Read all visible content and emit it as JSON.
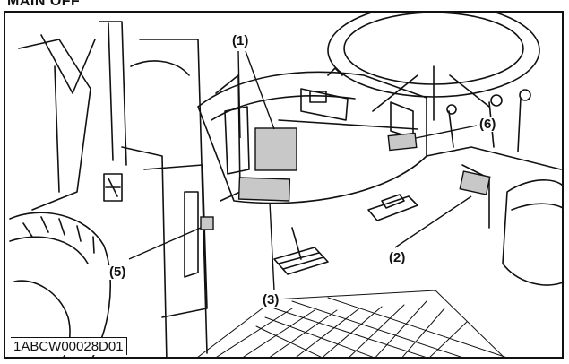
{
  "header": {
    "text": "MAIN OFF"
  },
  "figure": {
    "code": "1ABCW00028D01",
    "callouts": {
      "c1": "(1)",
      "c2": "(2)",
      "c3": "(3)",
      "c5": "(5)",
      "c6": "(6)"
    }
  },
  "colors": {
    "label_fill": "#c8c8c8",
    "line": "#111111"
  }
}
